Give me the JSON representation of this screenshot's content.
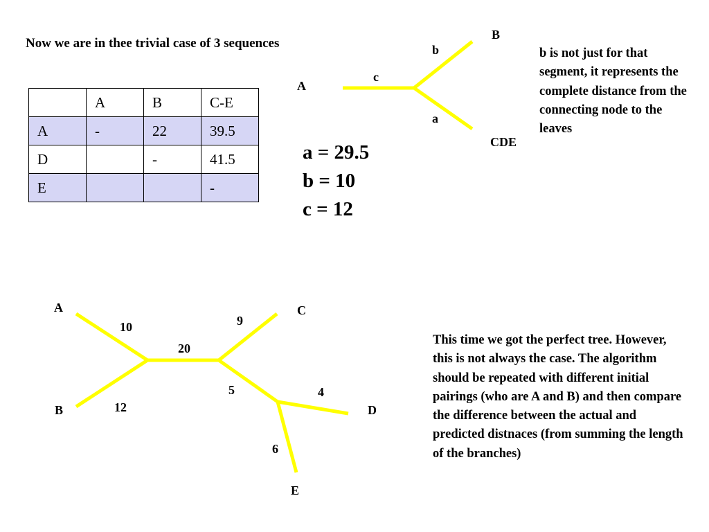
{
  "title": "Now we are in  thee trivial case of 3 sequences",
  "table": {
    "header": [
      "",
      "A",
      "B",
      "C-E"
    ],
    "rows": [
      [
        "A",
        "-",
        "22",
        "39.5"
      ],
      [
        "D",
        "",
        "-",
        "41.5"
      ],
      [
        "E",
        "",
        "",
        "-"
      ]
    ]
  },
  "results": [
    "a = 29.5",
    "b = 10",
    "c = 12"
  ],
  "tree1": {
    "leaf_labels": {
      "a": "A",
      "b": "B",
      "cde": "CDE"
    },
    "branch_labels": {
      "c": "c",
      "b": "b",
      "a": "a"
    }
  },
  "note1": "b is not just for that segment, it represents the complete distance from the connecting node to the leaves",
  "tree2": {
    "leaf_labels": {
      "a": "A",
      "b": "B",
      "c": "C",
      "d": "D",
      "e": "E"
    },
    "branch_labels": {
      "ab_a": "10",
      "ab_b": "12",
      "mid": "20",
      "c": "9",
      "inner": "5",
      "d": "4",
      "e": "6"
    }
  },
  "note2": "This time we got the perfect tree. However, this is not always the case. The algorithm should be repeated with different initial pairings (who are A and B) and then compare the difference between the actual and predicted distnaces (from summing the length of the branches)",
  "colors": {
    "branch": "#ffff00",
    "shaded_row": "#d6d6f5"
  }
}
